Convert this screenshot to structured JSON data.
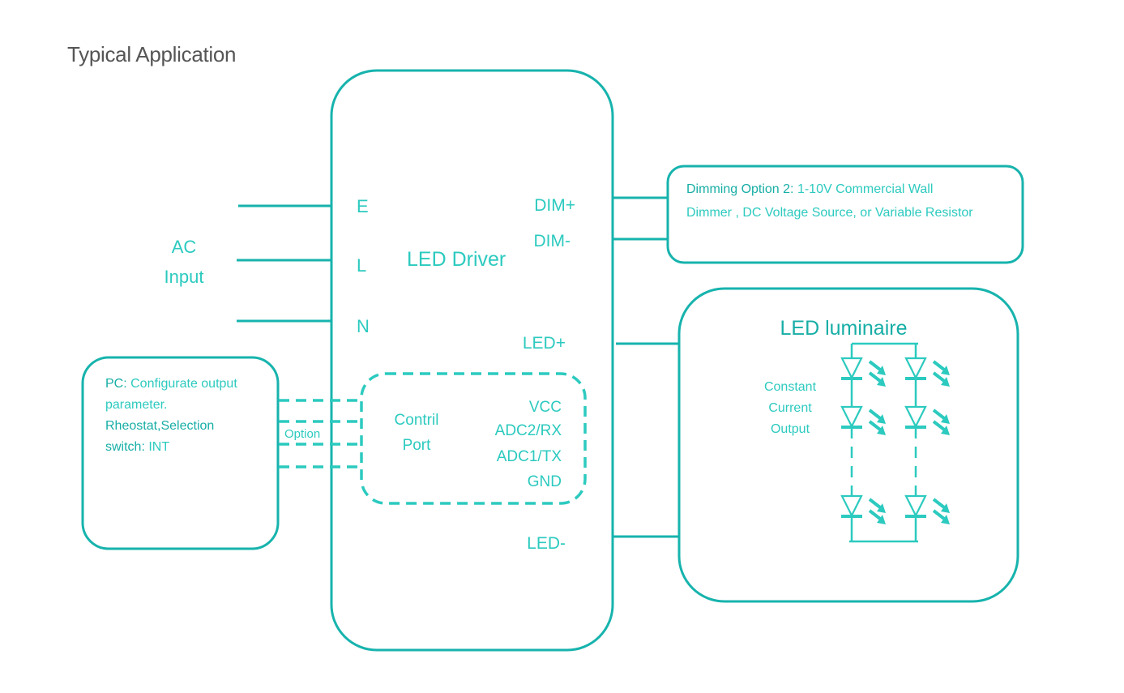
{
  "title": "Typical Application",
  "colors": {
    "stroke": "#17b3ad",
    "text_light": "#2ccabf",
    "text_dark": "#17aea6",
    "title": "#555555",
    "background": "#ffffff"
  },
  "ac_input": {
    "label_line1": "AC",
    "label_line2": "Input",
    "terminals": [
      "E",
      "L",
      "N"
    ]
  },
  "driver": {
    "label": "LED Driver",
    "outputs": {
      "dim_plus": "DIM+",
      "dim_minus": "DIM-",
      "led_plus": "LED+",
      "led_minus": "LED-"
    },
    "control_port": {
      "label_line1": "Contril",
      "label_line2": "Port",
      "pins": [
        "VCC",
        "ADC2/RX",
        "ADC1/TX",
        "GND"
      ]
    }
  },
  "dimming_box": {
    "heading": "Dimming Option 2:",
    "text_line1": " 1-10V Commercial Wall",
    "text_line2": "Dimmer , DC Voltage Source, or Variable Resistor"
  },
  "pc_box": {
    "pc_heading": "PC:",
    "pc_text_line1": " Configurate output",
    "pc_text_line2": "parameter.",
    "rheostat_heading_line1": "Rheostat,Selection",
    "rheostat_heading_line2": "switch:",
    "rheostat_text": " INT",
    "option_label": "Option"
  },
  "luminaire": {
    "title": "LED luminaire",
    "side_label_lines": [
      "Constant",
      "Current",
      "Output"
    ],
    "led_columns": 2,
    "led_rows_shown": 3,
    "icon": "led-diode-icon"
  }
}
